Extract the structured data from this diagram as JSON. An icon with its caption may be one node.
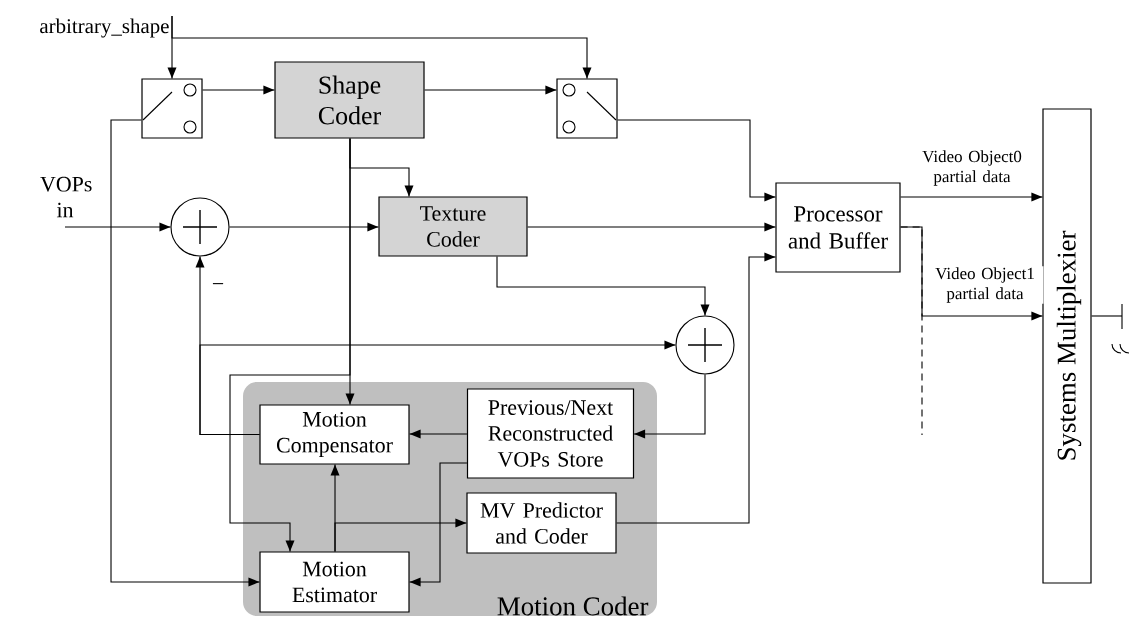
{
  "diagram": {
    "nodes": [
      {
        "text": [
          "arbitrary_shape"
        ]
      },
      {
        "text": [],
        "shape": "switch"
      },
      {
        "text": [
          "Shape Coder"
        ]
      },
      {
        "text": [],
        "shape": "switch"
      },
      {
        "text": [
          "VOPs in"
        ]
      },
      {
        "text": [],
        "shape": "circle"
      },
      {
        "text": [
          "Texture Coder"
        ]
      },
      {
        "text": [
          "Processor and Buffer"
        ]
      },
      {
        "text": [],
        "shape": "circle"
      },
      {
        "text": [
          "Systems Multiplexier"
        ]
      },
      {
        "text": [
          "Motion Coder"
        ]
      },
      {
        "text": [
          "Motion Compensator"
        ],
        "in": 10
      },
      {
        "text": [
          "Previous/Next Reconstructed VOPs Store"
        ],
        "in": 10
      },
      {
        "text": [
          "MV Predictor and Coder"
        ],
        "in": 10
      },
      {
        "text": [
          "Motion Estimator"
        ],
        "in": 10
      }
    ],
    "edges": [
      {
        "from": 0,
        "to": 1,
        "arrow": "to"
      },
      {
        "from": 0,
        "to": 3,
        "arrow": "to"
      },
      {
        "from": 1,
        "to": 2,
        "arrow": "to"
      },
      {
        "from": 2,
        "to": 3,
        "arrow": "to"
      },
      {
        "from": 3,
        "to": 7,
        "arrow": "to"
      },
      {
        "from": 4,
        "to": 5,
        "arrow": "to"
      },
      {
        "from": 5,
        "to": 6,
        "arrow": "to"
      },
      {
        "from": 2,
        "to": 6,
        "arrow": "to"
      },
      {
        "from": 2,
        "to": 11,
        "arrow": "to"
      },
      {
        "from": 2,
        "to": 14,
        "arrow": "to"
      },
      {
        "from": 6,
        "to": 7,
        "arrow": "to"
      },
      {
        "from": 6,
        "to": 8,
        "arrow": "to"
      },
      {
        "from": 11,
        "to": 5,
        "arrow": "to",
        "label": "−"
      },
      {
        "from": 11,
        "to": 8,
        "arrow": "to"
      },
      {
        "from": 8,
        "to": 12,
        "arrow": "to"
      },
      {
        "from": 12,
        "to": 11,
        "arrow": "to"
      },
      {
        "from": 12,
        "to": 14,
        "arrow": "to"
      },
      {
        "from": 14,
        "to": 11,
        "arrow": "to"
      },
      {
        "from": 14,
        "to": 13,
        "arrow": "to"
      },
      {
        "from": 13,
        "to": 7,
        "arrow": "to"
      },
      {
        "from": 1,
        "to": 14,
        "arrow": "to"
      },
      {
        "from": 7,
        "to": 9,
        "arrow": "to",
        "label": "Video Object0 partial data"
      },
      {
        "from": 7,
        "to": 9,
        "arrow": "to",
        "label": "Video Object1 partial data"
      },
      {
        "from": 7,
        "to": null,
        "arrow": "none",
        "style": "dashed"
      },
      {
        "from": 9,
        "to": null,
        "arrow": "none"
      }
    ]
  }
}
